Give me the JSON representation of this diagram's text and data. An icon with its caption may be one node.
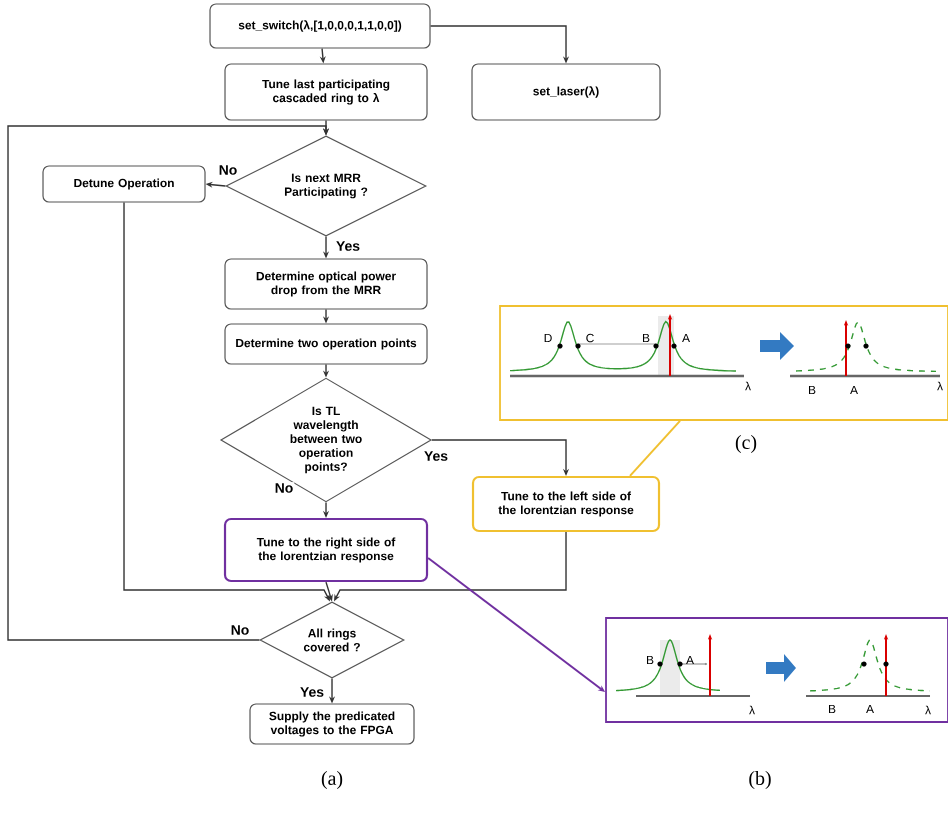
{
  "diagram": {
    "nodes": [
      {
        "text": [
          "set_switch(λ,[1,0,0,0,1,1,0,0])"
        ]
      },
      {
        "text": [
          "Tune last participating cascaded ring to λ"
        ]
      },
      {
        "text": [
          "set_laser(λ)"
        ]
      },
      {
        "text": [
          "Is next MRR Participating ?"
        ]
      },
      {
        "text": [
          "Detune Operation"
        ]
      },
      {
        "text": [
          "Determine optical power drop from the MRR"
        ]
      },
      {
        "text": [
          "Determine two operation points"
        ]
      },
      {
        "text": [
          "Is TL wavelength between two operation points?"
        ]
      },
      {
        "text": [
          "Tune to the left side of the lorentzian response"
        ]
      },
      {
        "text": [
          "Tune to the right side of the lorentzian response"
        ]
      },
      {
        "text": [
          "All rings covered ?"
        ]
      },
      {
        "text": [
          "Supply the predicated voltages to the FPGA"
        ]
      },
      {
        "text": [
          "D",
          "C",
          "B",
          "A",
          "λ",
          "B",
          "A",
          "λ"
        ]
      },
      {
        "text": [
          "B",
          "A",
          "λ",
          "B",
          "A",
          "λ"
        ]
      }
    ],
    "edges": [
      {
        "from": 0,
        "to": 1,
        "arrow": "to"
      },
      {
        "from": 0,
        "to": 2,
        "arrow": "to"
      },
      {
        "from": 1,
        "to": 3,
        "arrow": "to"
      },
      {
        "from": 3,
        "to": 4,
        "arrow": "to",
        "label": "No"
      },
      {
        "from": 3,
        "to": 5,
        "arrow": "to",
        "label": "Yes"
      },
      {
        "from": 5,
        "to": 6,
        "arrow": "to"
      },
      {
        "from": 6,
        "to": 7,
        "arrow": "to"
      },
      {
        "from": 7,
        "to": 8,
        "arrow": "to",
        "label": "Yes"
      },
      {
        "from": 7,
        "to": 9,
        "arrow": "to",
        "label": "No"
      },
      {
        "from": 9,
        "to": 10,
        "arrow": "to"
      },
      {
        "from": 8,
        "to": 10,
        "arrow": "to"
      },
      {
        "from": 4,
        "to": 10,
        "arrow": "to"
      },
      {
        "from": 10,
        "to": 3,
        "arrow": "to",
        "label": "No"
      },
      {
        "from": 10,
        "to": 11,
        "arrow": "to",
        "label": "Yes"
      },
      {
        "from": 8,
        "to": 12,
        "arrow": "none",
        "color": "#f0c030"
      },
      {
        "from": 9,
        "to": 13,
        "arrow": "to",
        "color": "#7030a0"
      }
    ],
    "labels": [
      "(c)",
      "(a)",
      "(b)"
    ]
  }
}
